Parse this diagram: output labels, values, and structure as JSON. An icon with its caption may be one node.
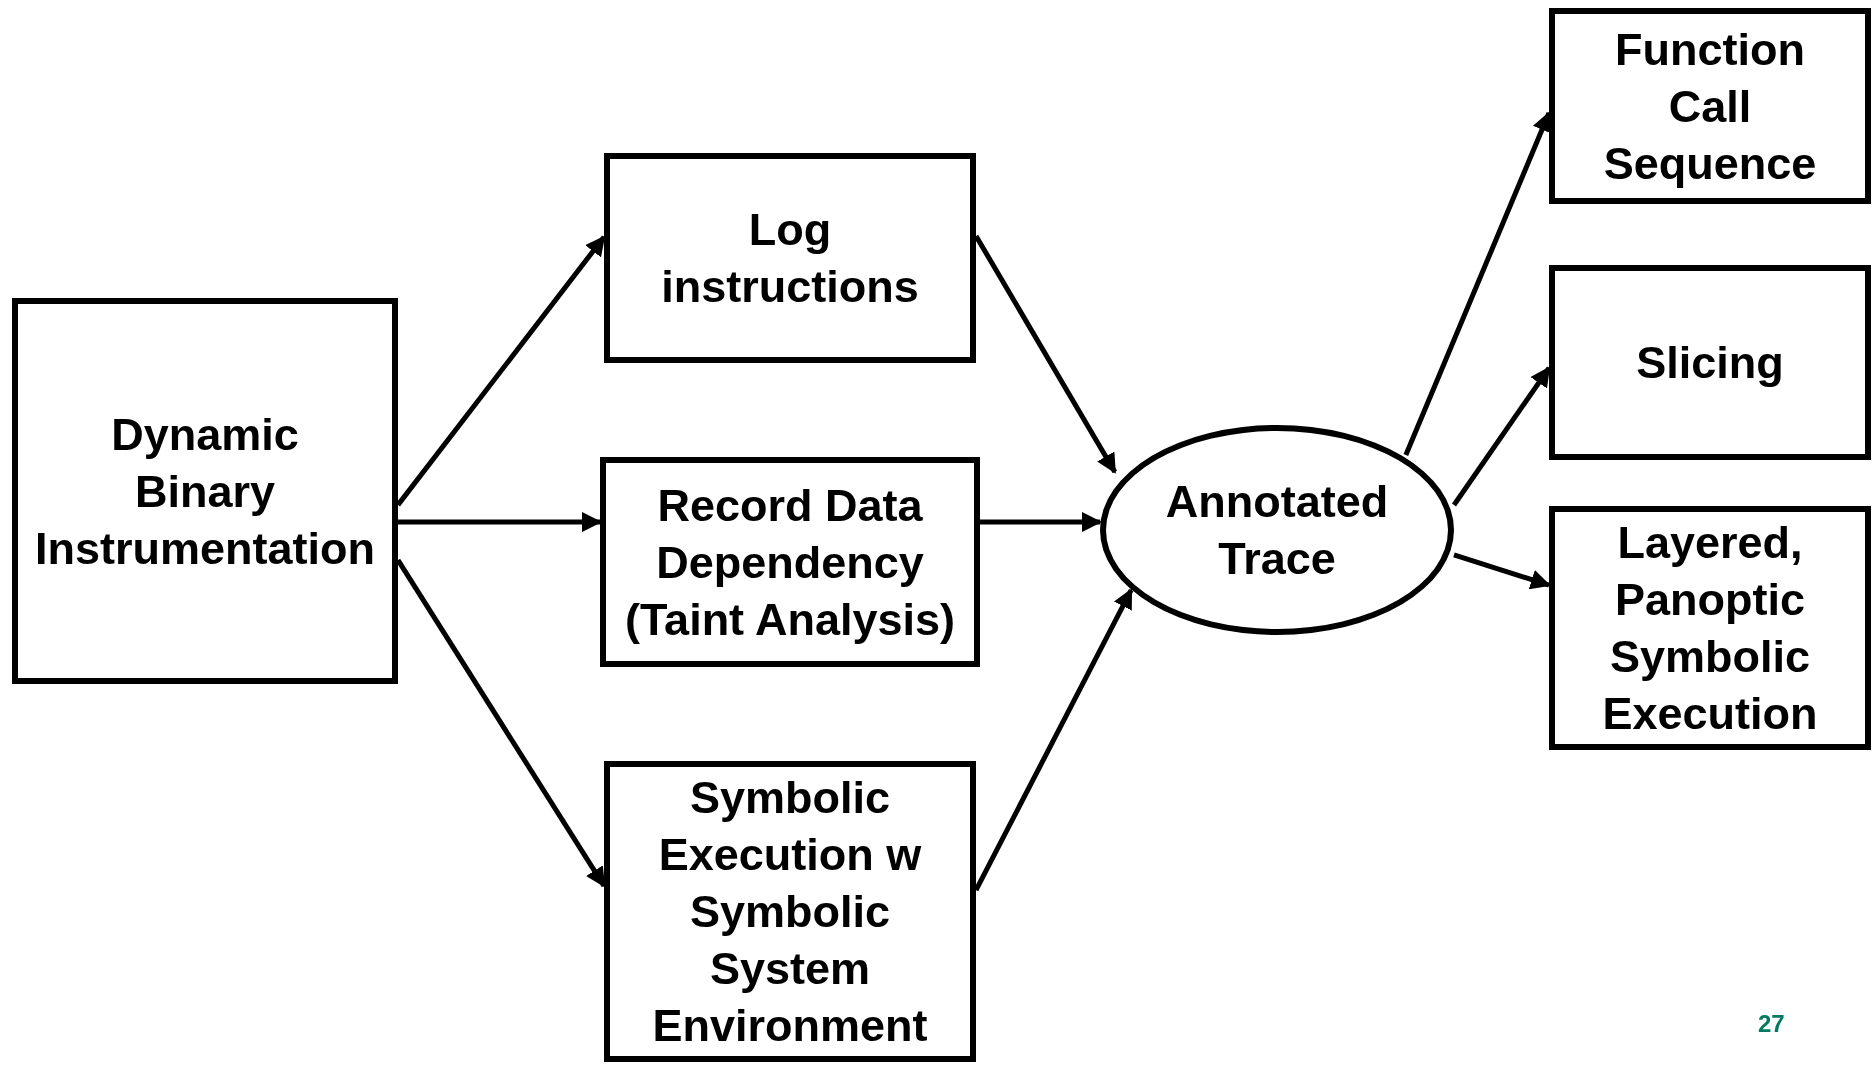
{
  "diagram": {
    "nodes": [
      {
        "text": [
          "Dynamic Binary Instrumentation"
        ]
      },
      {
        "text": [
          "Log instructions"
        ]
      },
      {
        "text": [
          "Record Data Dependency (Taint Analysis)"
        ]
      },
      {
        "text": [
          "Symbolic Execution w Symbolic System Environment"
        ]
      },
      {
        "text": [
          "Annotated Trace"
        ]
      },
      {
        "text": [
          "Function Call Sequence"
        ]
      },
      {
        "text": [
          "Slicing"
        ]
      },
      {
        "text": [
          "Layered, Panoptic Symbolic Execution"
        ]
      }
    ],
    "edges": [
      {
        "from": 0,
        "to": 1,
        "arrow": "to"
      },
      {
        "from": 0,
        "to": 2,
        "arrow": "to"
      },
      {
        "from": 0,
        "to": 3,
        "arrow": "to"
      },
      {
        "from": 1,
        "to": 4,
        "arrow": "to"
      },
      {
        "from": 2,
        "to": 4,
        "arrow": "to"
      },
      {
        "from": 3,
        "to": 4,
        "arrow": "to"
      },
      {
        "from": 4,
        "to": 5,
        "arrow": "to"
      },
      {
        "from": 4,
        "to": 6,
        "arrow": "to"
      },
      {
        "from": 4,
        "to": 7,
        "arrow": "to"
      }
    ],
    "labels": [
      "27"
    ]
  }
}
